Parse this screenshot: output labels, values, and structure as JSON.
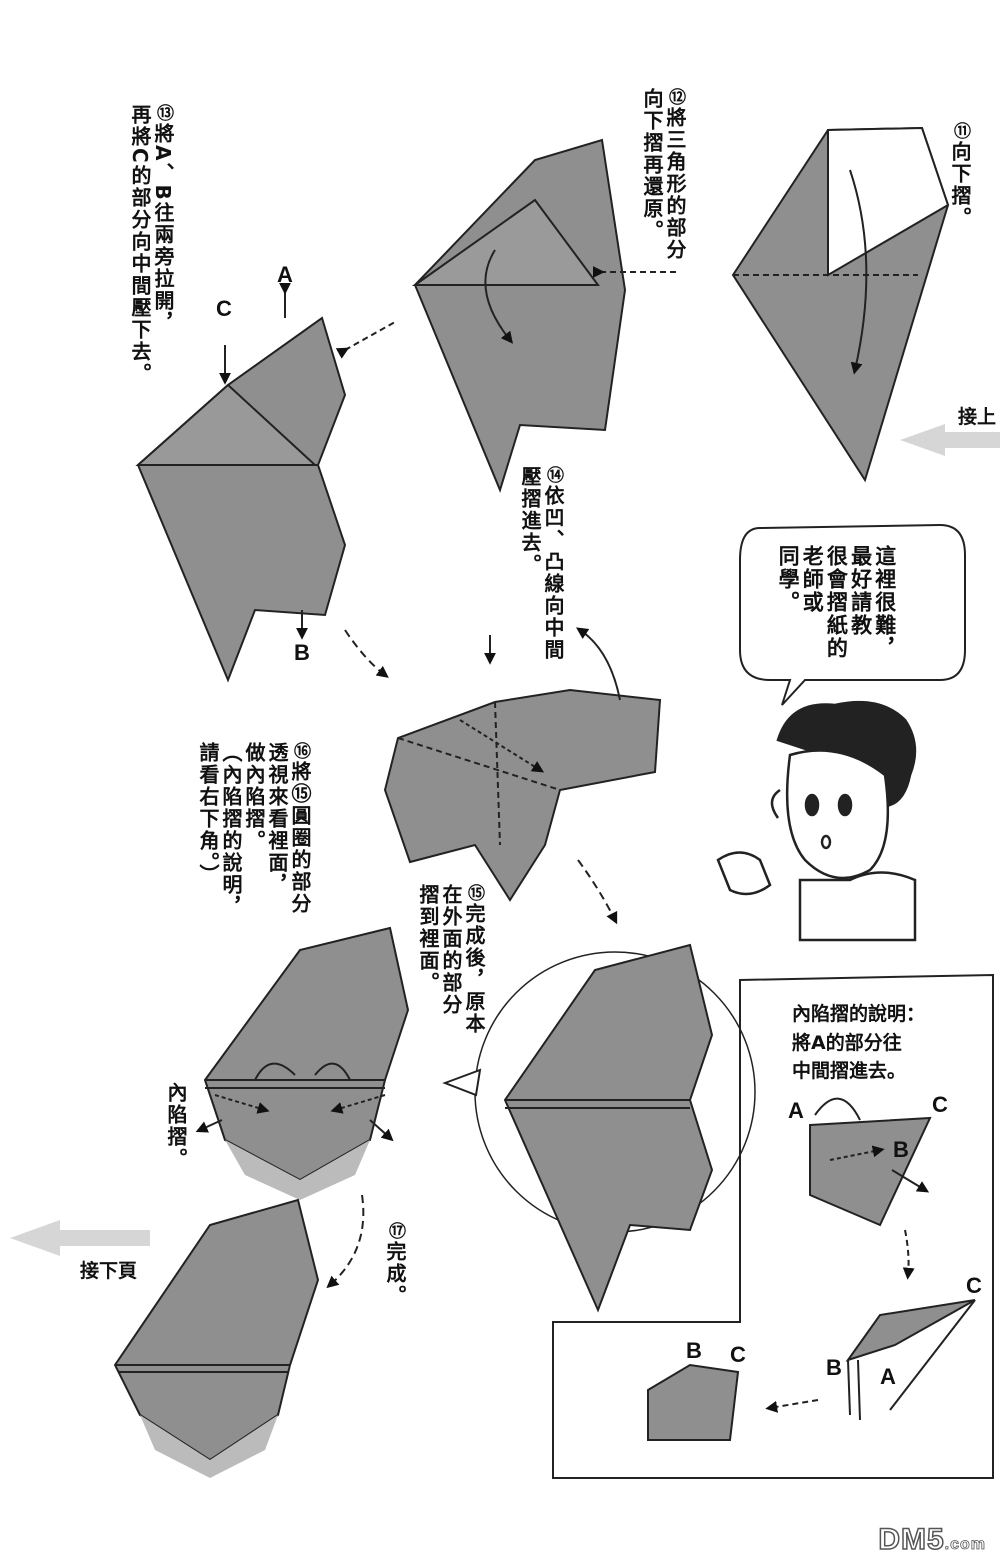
{
  "steps": {
    "s11": {
      "num": "⑪",
      "text": "向下摺。"
    },
    "s12": {
      "num": "⑫",
      "line1": "將三角形的部分",
      "line2": "向下摺再還原。"
    },
    "s13": {
      "num": "⑬",
      "line1": "將A、B往兩旁拉開，",
      "line2": "再將C的部分向中間壓下去。"
    },
    "s14": {
      "num": "⑭",
      "line1": "依凹、凸線向中間",
      "line2": "壓摺進去。"
    },
    "s15": {
      "num": "⑮",
      "line1": "完成後，原本",
      "line2": "在外面的部分",
      "line3": "摺到裡面。"
    },
    "s16": {
      "num": "⑯",
      "line1": "將⑮圓圈的部分",
      "line2": "透視來看裡面，",
      "line3": "做內陷摺。",
      "line4": "（內陷摺的說明，",
      "line5": "請看右下角。）"
    },
    "s17": {
      "num": "⑰",
      "text": "完成。"
    }
  },
  "nav": {
    "prev": "接上",
    "next": "接下頁"
  },
  "speech": {
    "line1": "這裡很難，",
    "line2": "最好請教",
    "line3": "很會摺紙的",
    "line4": "老師或",
    "line5": "同學。"
  },
  "inside_fold_label": "內陷摺。",
  "explain": {
    "line1": "內陷摺的說明：",
    "line2": "將A的部分往",
    "line3": "中間摺進去。"
  },
  "labels": {
    "A": "A",
    "B": "B",
    "C": "C"
  },
  "watermark": {
    "brand": "DM5",
    "suffix": ".com"
  },
  "colors": {
    "paper_gray": "#8f8f8f",
    "line": "#222222",
    "arrow_gray": "#d6d6d6"
  }
}
